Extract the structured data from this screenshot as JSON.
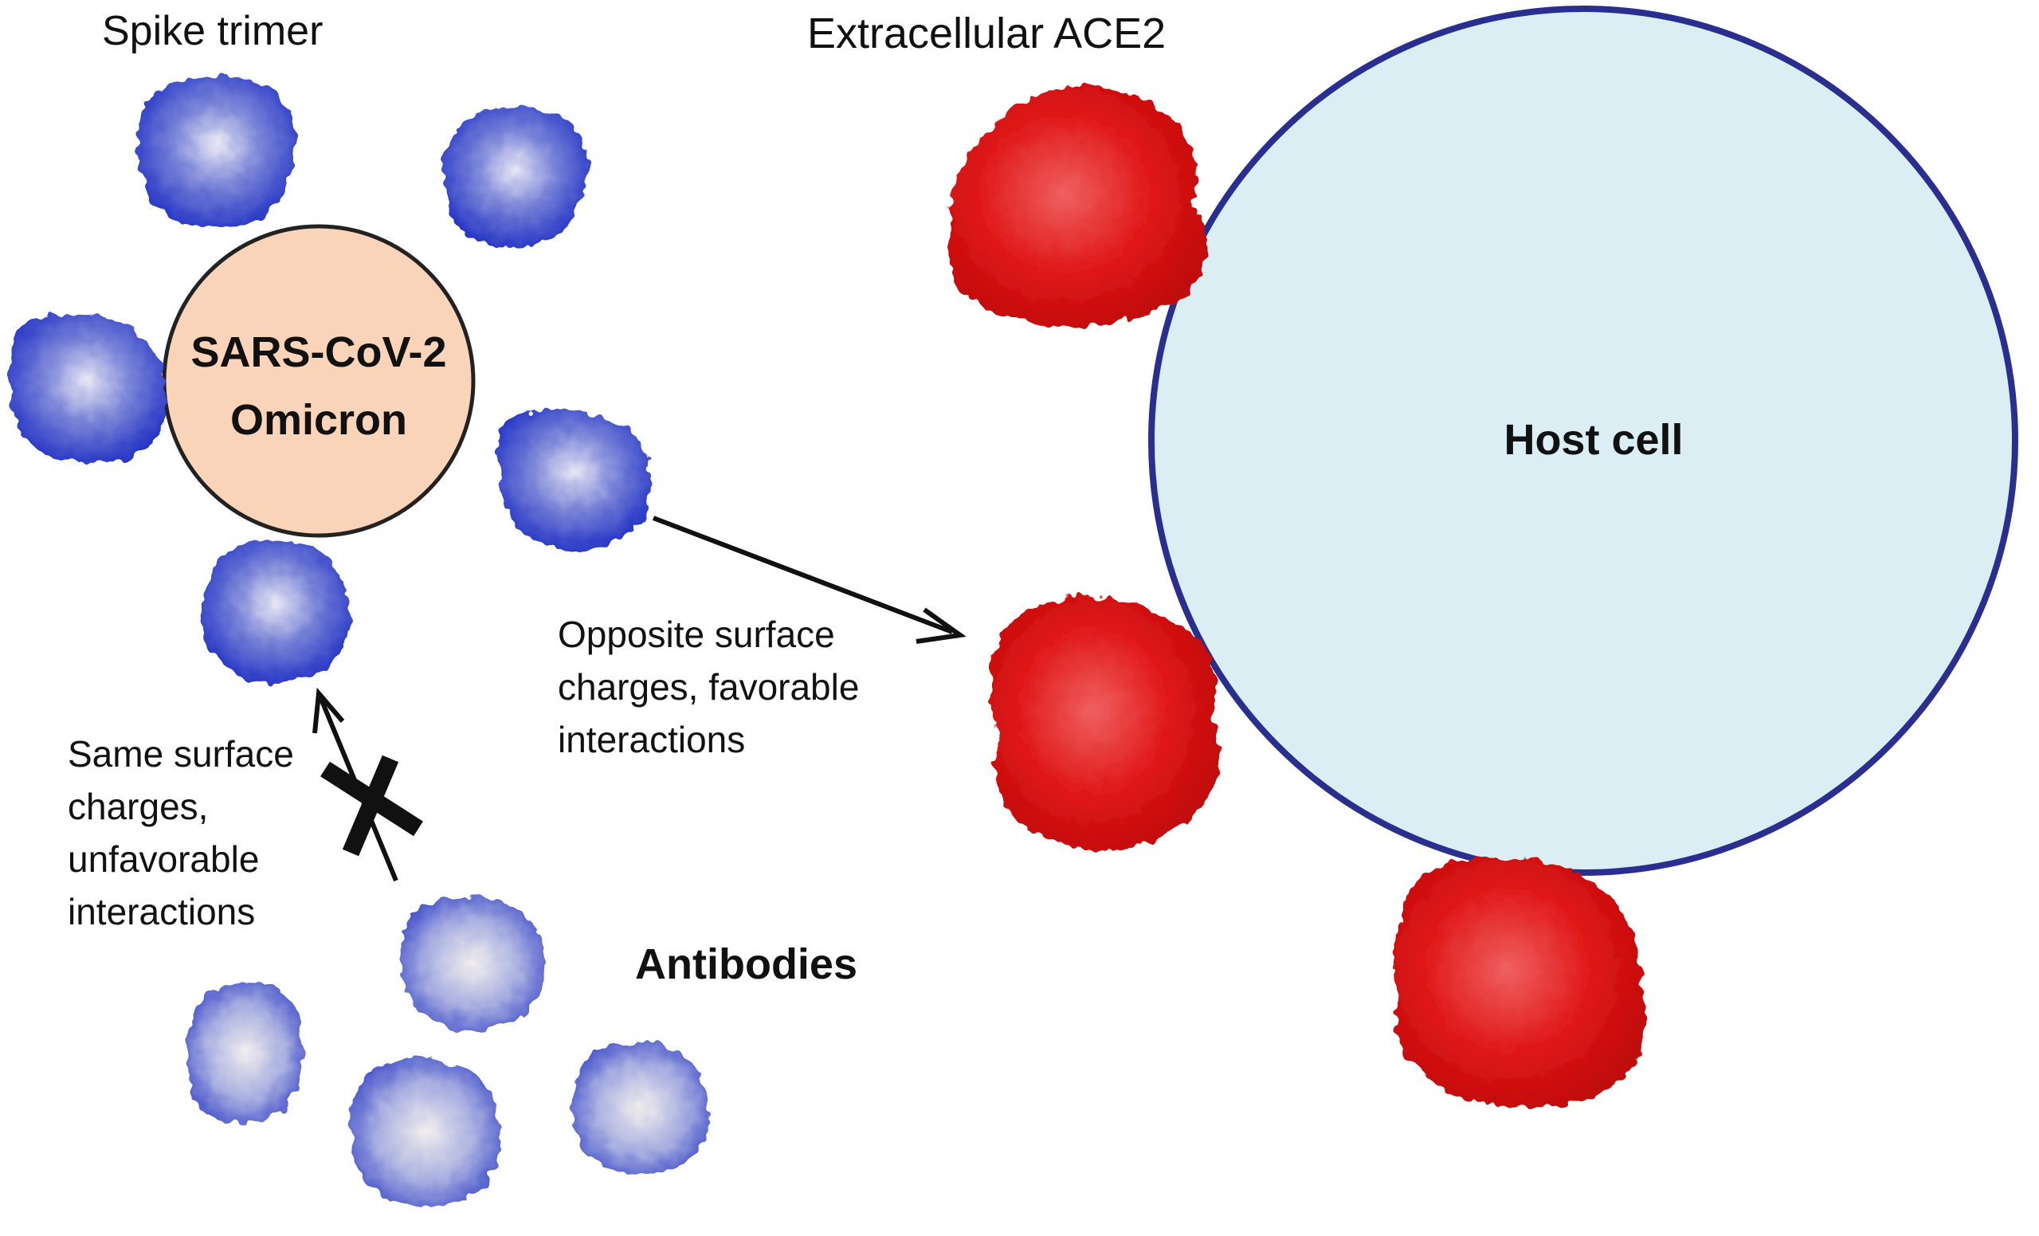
{
  "labels": {
    "spike_trimer": "Spike trimer",
    "extracellular_ace2": "Extracellular ACE2",
    "virus_line1": "SARS-CoV-2",
    "virus_line2": "Omicron",
    "host_cell": "Host cell",
    "antibodies": "Antibodies",
    "opposite_line1": "Opposite surface",
    "opposite_line2": "charges, favorable",
    "opposite_line3": "interactions",
    "same_line1": "Same surface",
    "same_line2": "charges,",
    "same_line3": "unfavorable",
    "same_line4": "interactions"
  },
  "colors": {
    "virus_fill": "#FAD4B8",
    "virus_stroke": "#222222",
    "host_fill": "#DAEEF4",
    "host_stroke": "#2A2F8F",
    "spike_blue": "#2233CC",
    "spike_light": "#C8CCEE",
    "ace2_red": "#E01010",
    "ace2_light": "#F07070",
    "arrow": "#111111"
  },
  "icons": {
    "blocked_marker": "cross-mark-icon"
  }
}
